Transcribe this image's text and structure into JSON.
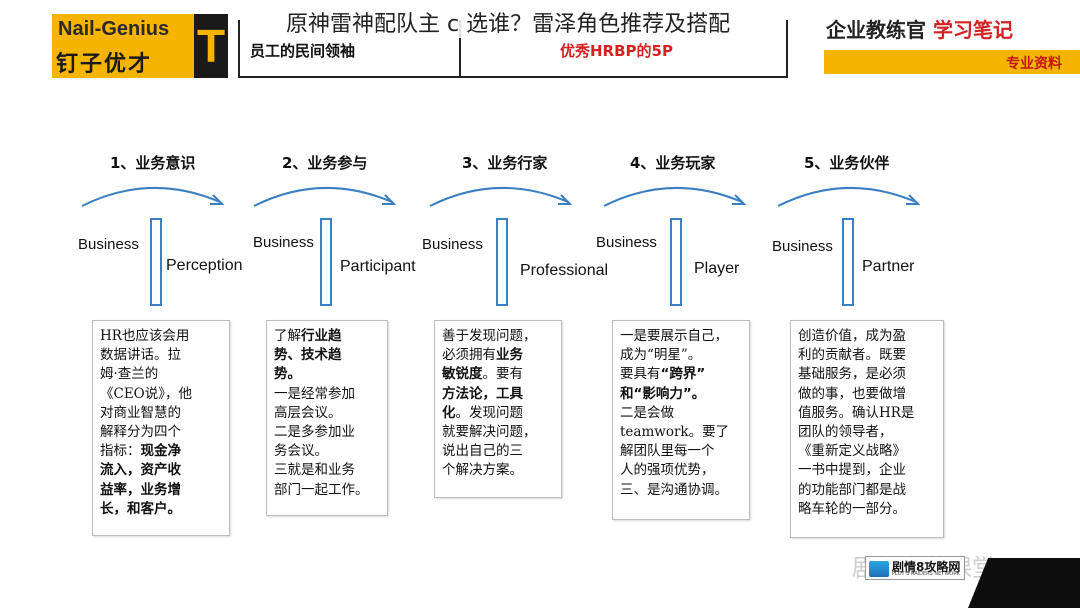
{
  "page_title": "原神雷神配队主 c 选谁？雷泽角色推荐及搭配",
  "brand": {
    "english": "Nail-Genius",
    "chinese": "钉子优才",
    "letter": "T",
    "color": "#f5b400"
  },
  "header": {
    "left": "员工的民间领袖",
    "right": "优秀HRBP的5P"
  },
  "right_brand": {
    "part1": "企业教练官",
    "part2": "学习笔记",
    "tag": "专业资料"
  },
  "stages": [
    {
      "title": "1、业务意识",
      "business": "Business",
      "second": "Perception",
      "desc": [
        {
          "t": "HR也应该会用"
        },
        {
          "t": "数据讲话。拉"
        },
        {
          "t": "姆·查兰的"
        },
        {
          "t": "《CEO说》，他"
        },
        {
          "t": "对商业智慧的"
        },
        {
          "t": "解释分为四个"
        },
        {
          "t": "指标：",
          "b": "现金净"
        },
        {
          "b": "流入，资产收"
        },
        {
          "b": "益率，业务增"
        },
        {
          "b": "长，和客户。"
        }
      ]
    },
    {
      "title": "2、业务参与",
      "business": "Business",
      "second": "Participant",
      "desc": [
        {
          "t": "了解",
          "b": "行业趋"
        },
        {
          "b": "势、技术趋"
        },
        {
          "b": "势。"
        },
        {
          "t": "一是经常参加"
        },
        {
          "t": "高层会议。"
        },
        {
          "t": "二是多参加业"
        },
        {
          "t": "务会议。"
        },
        {
          "t": "三就是和业务"
        },
        {
          "t": "部门一起工作。"
        }
      ]
    },
    {
      "title": "3、业务行家",
      "business": "Business",
      "second": "Professional",
      "desc": [
        {
          "t": "善于发现问题，"
        },
        {
          "t": "必须拥有",
          "b": "业务"
        },
        {
          "b": "敏锐度",
          "t": "。要有"
        },
        {
          "b": "方法论，工具"
        },
        {
          "b": "化",
          "t": "。发现问题"
        },
        {
          "t": "就要解决问题，"
        },
        {
          "t": "说出自己的三"
        },
        {
          "t": "个解决方案。"
        }
      ]
    },
    {
      "title": "4、业务玩家",
      "business": "Business",
      "second": "Player",
      "desc": [
        {
          "t": "一是要展示自己，"
        },
        {
          "t": "成为“明星”。"
        },
        {
          "t": "要具有",
          "b": "“跨界”"
        },
        {
          "t": "和",
          "b": "“影响力”",
          "t2": "。"
        },
        {
          "t": "二是会做"
        },
        {
          "t": "teamwork。要了"
        },
        {
          "t": "解团队里每一个"
        },
        {
          "t": "人的强项优势，"
        },
        {
          "t": "三、是沟通协调。"
        }
      ]
    },
    {
      "title": "5、业务伙伴",
      "business": "Business",
      "second": "Partner",
      "desc": [
        {
          "t": "创造价值，成为盈"
        },
        {
          "t": "利的贡献者。既要"
        },
        {
          "t": "基础服务，是必须"
        },
        {
          "t": "做的事，也要做增"
        },
        {
          "t": "值服务。确认HR是"
        },
        {
          "t": "团队的领导者，"
        },
        {
          "t": "《重新定义战略》"
        },
        {
          "t": "一书中提到，企业"
        },
        {
          "t": "的功能部门都是战"
        },
        {
          "t": "略车轮的一部分。"
        }
      ]
    }
  ],
  "colors": {
    "accent": "#3a7fc1",
    "header_red": "#d42121"
  },
  "watermark": {
    "wechat": "剧情宝苗课堂",
    "game_site": "剧情8攻略网",
    "game_site_sub": "PLOT 8 RAIDERS NETWORK"
  }
}
